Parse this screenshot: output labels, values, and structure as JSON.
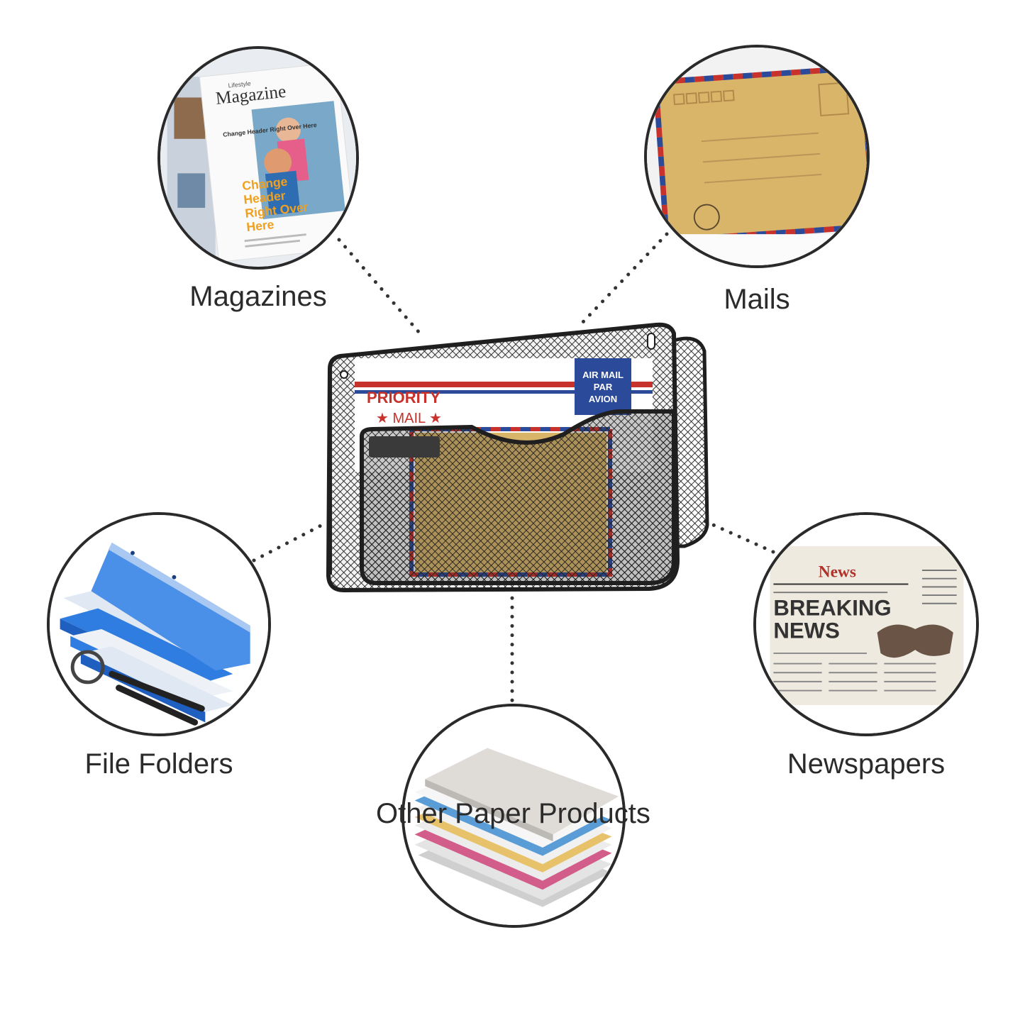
{
  "captions": {
    "magazines": "Magazines",
    "mails": "Mails",
    "file_folders": "File Folders",
    "newspapers": "Newspapers",
    "other": "Other Paper Products"
  },
  "magazine_cover": {
    "kicker": "Lifestyle",
    "title": "Magazine",
    "small_headline": "Change Header Right Over Here",
    "big_headline_1": "Change",
    "big_headline_2": "Header",
    "big_headline_3": "Right Over",
    "big_headline_4": "Here"
  },
  "envelope": {
    "priority": "PRIORITY",
    "mail": "★ MAIL ★",
    "airmail_1": "AIR MAIL",
    "airmail_2": "PAR",
    "airmail_3": "AVION"
  },
  "newspaper": {
    "masthead": "News",
    "headline_1": "BREAKING",
    "headline_2": "NEWS"
  },
  "colors": {
    "outline": "#2a2a2a",
    "text": "#2b2b2b",
    "mesh": "#1f1f1f",
    "air_red": "#c8322c",
    "air_blue": "#2c4a9a",
    "kraft": "#d9b56a",
    "folder_blue": "#2f7de1",
    "mag_orange": "#f0a020"
  }
}
